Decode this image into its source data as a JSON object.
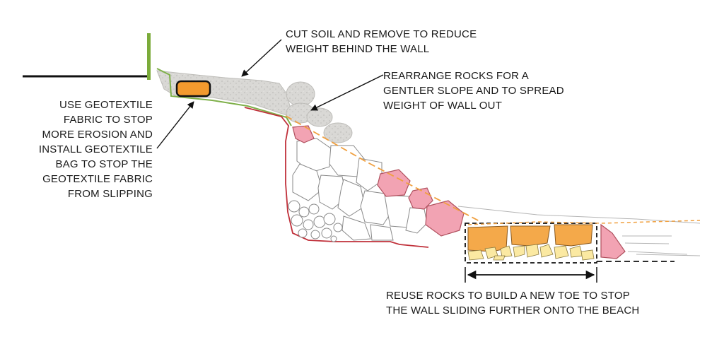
{
  "annotations": {
    "cut_soil": [
      "CUT SOIL AND REMOVE TO REDUCE",
      "WEIGHT BEHIND THE WALL"
    ],
    "rearrange_rocks": [
      "REARRANGE ROCKS FOR A",
      "GENTLER SLOPE AND TO SPREAD",
      "WEIGHT OF WALL OUT"
    ],
    "geotextile": [
      "USE GEOTEXTILE",
      "FABRIC TO STOP",
      "MORE EROSION AND",
      "INSTALL GEOTEXTILE",
      "BAG TO STOP THE",
      "GEOTEXTILE FABRIC",
      "FROM SLIPPING"
    ],
    "new_toe": [
      "REUSE ROCKS TO BUILD A NEW TOE TO STOP",
      "THE WALL SLIDING FURTHER ONTO THE BEACH"
    ]
  },
  "colors": {
    "ground_line": "#111111",
    "post_green": "#7bab3a",
    "geotextile_green": "#7fb04a",
    "bag_orange": "#f39a2e",
    "toe_rock_orange": "#f4a94a",
    "small_rock_yellow": "#fbe9a2",
    "pink_rock": "#f2a3b3",
    "pink_outline": "#b0505e",
    "red_outline": "#c0303a",
    "grey_rock": "#d6d6d4",
    "slope_orange": "#f0a040",
    "arrow": "#111111"
  }
}
